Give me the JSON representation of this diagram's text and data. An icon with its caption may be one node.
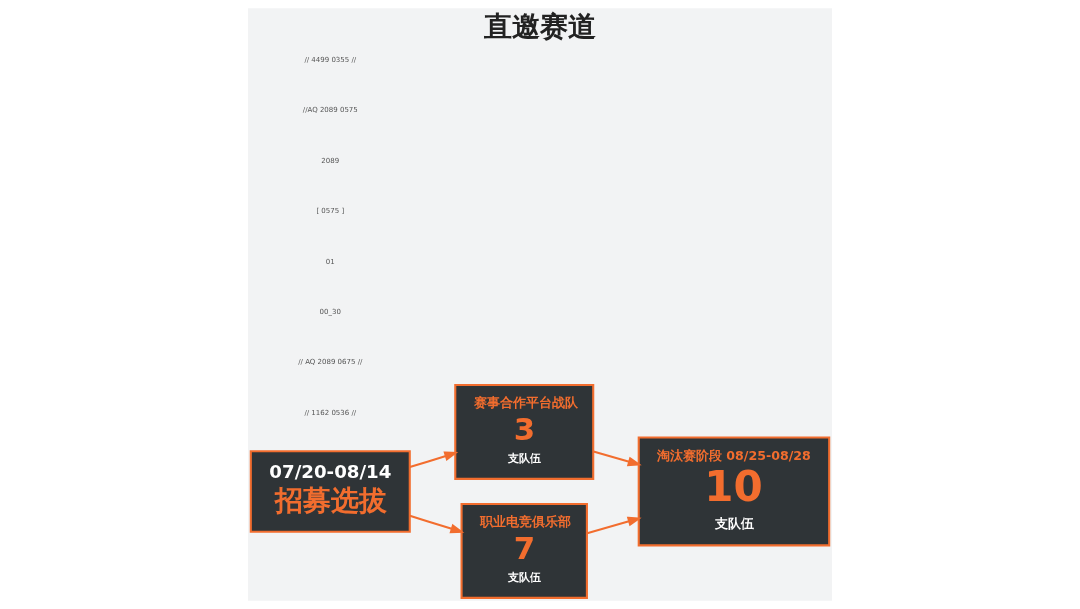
{
  "diagram": {
    "title": "直邀赛道",
    "nodes": [
      {
        "text": [
          "07/20-08/14",
          "招募选拔"
        ]
      },
      {
        "text": [
          "赛事合作平台战队",
          "3",
          "支队伍"
        ]
      },
      {
        "text": [
          "职业电竞俱乐部",
          "7",
          "支队伍"
        ]
      },
      {
        "text": [
          "淘汰赛阶段 08/25-08/28",
          "10",
          "支队伍"
        ]
      }
    ],
    "edges": [
      {
        "from": 0,
        "to": 1,
        "arrow": "to"
      },
      {
        "from": 0,
        "to": 2,
        "arrow": "to"
      },
      {
        "from": 1,
        "to": 3,
        "arrow": "to"
      },
      {
        "from": 2,
        "to": 3,
        "arrow": "to"
      }
    ],
    "labels": [
      "// 4499 0355 //",
      "//AQ 2089 0575",
      "2089",
      "[ 0575 ]",
      "01",
      "00_30",
      "// AQ 2089 0675 //",
      "// 1162 0536 //"
    ]
  }
}
